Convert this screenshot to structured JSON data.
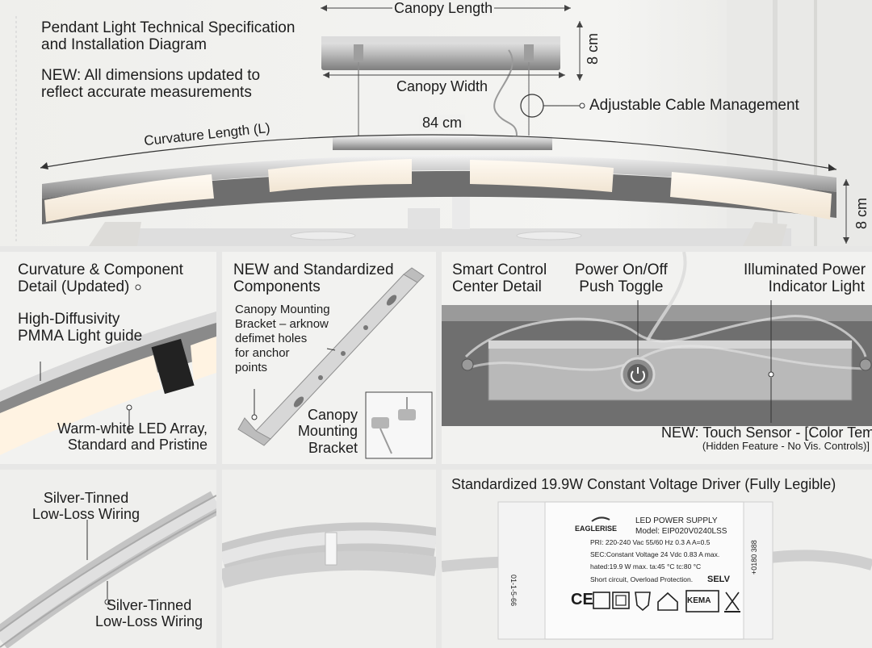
{
  "colors": {
    "background": "#e7e7e6",
    "panel_bg": "#f2f2f0",
    "chrome": "#c9c9c9",
    "led_glow": "#fff6e8",
    "driver_body": "#fbfbfb"
  },
  "hero": {
    "title_line1": "Pendant Light Technical Specification",
    "title_line2": "and Installation Diagram",
    "note_line1": "NEW: All dimensions updated to",
    "note_line2": "reflect accurate measurements",
    "canopy_length": "Canopy Length",
    "canopy_width": "Canopy Width",
    "canopy_height": "8 cm",
    "bar_height": "8 cm",
    "curvature_length": "Curvature Length (L)",
    "total_length": "84 cm",
    "cable_management": "Adjustable Cable Management"
  },
  "curvature_panel": {
    "title_line1": "Curvature & Component",
    "title_line2": "Detail (Updated)",
    "guide_line1": "High-Diffusivity",
    "guide_line2": "PMMA Light guide",
    "led_line1": "Warm-white LED Array,",
    "led_line2": "Standard and Pristine"
  },
  "components_panel": {
    "title_line1": "NEW and Standardized",
    "title_line2": "Components",
    "bracket_note_line1": "Canopy Mounting",
    "bracket_note_line2": "Bracket – arknow",
    "bracket_note_line3": "defimet holes",
    "bracket_note_line4": "for anchor",
    "bracket_note_line5": "points",
    "bracket_label_line1": "Canopy",
    "bracket_label_line2": "Mounting",
    "bracket_label_line3": "Bracket"
  },
  "control_panel": {
    "title_line1": "Smart Control",
    "title_line2": "Center Detail",
    "toggle_line1": "Power On/Off",
    "toggle_line2": "Push Toggle",
    "indicator_line1": "Illuminated Power",
    "indicator_line2": "Indicator Light",
    "sensor_line1": "NEW: Touch Sensor - [Color Temp.",
    "sensor_line2": "(Hidden Feature - No Vis. Controls)]"
  },
  "wiring_panel": {
    "label_top_line1": "Silver-Tinned",
    "label_top_line2": "Low-Loss Wiring",
    "label_bottom_line1": "Silver-Tinned",
    "label_bottom_line2": "Low-Loss Wiring"
  },
  "driver_panel": {
    "title": "Standardized 19.9W Constant Voltage Driver (Fully Legible)",
    "brand": "EAGLERISE",
    "heading": "LED POWER SUPPLY",
    "model": "Model: EIP020V0240LSS",
    "pri": "PRI: 220-240 Vac  55/60 Hz  0.3 A  A=0.5",
    "sec": "SEC:Constant Voltage 24 Vdc  0.83 A max.",
    "rated": "hated:19.9 W max.   ta:45 °C   tc:80 °C",
    "protection": "Short circuit, Overload Protection.",
    "selv": "SELV",
    "side_code": "01-1-5-66",
    "side_code2": "+0180 388",
    "cert_ce": "CE",
    "cert_kema": "KEMA"
  }
}
